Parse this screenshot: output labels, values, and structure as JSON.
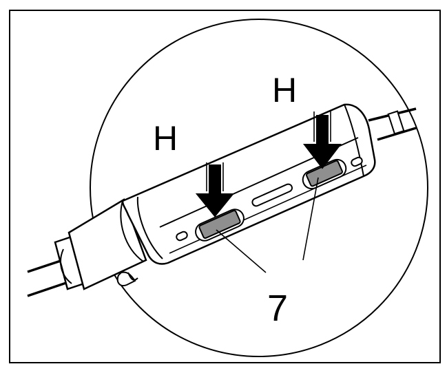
{
  "labels": {
    "h_left": "H",
    "h_right": "H",
    "callout": "7"
  },
  "colors": {
    "stroke": "#000000",
    "background": "#ffffff",
    "button_fill": "#8f8f8f"
  },
  "icons": [
    "down-arrow-icon",
    "down-arrow-icon"
  ]
}
